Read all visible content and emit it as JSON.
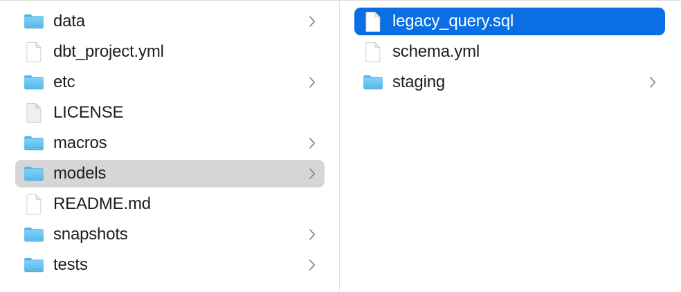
{
  "window": {
    "view_mode": "column",
    "accent_color": "#0a6fe4",
    "selection_gray": "#d6d6d6",
    "text_color": "#1d1d1f",
    "divider_color": "#e2e2e2",
    "background": "#ffffff"
  },
  "columns": [
    {
      "name": "parent-column",
      "items": [
        {
          "label": "data",
          "icon": "folder-icon",
          "kind": "folder",
          "has_chevron": true,
          "state": "normal"
        },
        {
          "label": "dbt_project.yml",
          "icon": "document-icon",
          "kind": "file",
          "has_chevron": false,
          "state": "normal"
        },
        {
          "label": "etc",
          "icon": "folder-icon",
          "kind": "folder",
          "has_chevron": true,
          "state": "normal"
        },
        {
          "label": "LICENSE",
          "icon": "plain-document-icon",
          "kind": "file",
          "has_chevron": false,
          "state": "normal"
        },
        {
          "label": "macros",
          "icon": "folder-icon",
          "kind": "folder",
          "has_chevron": true,
          "state": "normal"
        },
        {
          "label": "models",
          "icon": "folder-icon",
          "kind": "folder",
          "has_chevron": true,
          "state": "selected-gray"
        },
        {
          "label": "README.md",
          "icon": "document-icon",
          "kind": "file",
          "has_chevron": false,
          "state": "normal"
        },
        {
          "label": "snapshots",
          "icon": "folder-icon",
          "kind": "folder",
          "has_chevron": true,
          "state": "normal"
        },
        {
          "label": "tests",
          "icon": "folder-icon",
          "kind": "folder",
          "has_chevron": true,
          "state": "normal"
        }
      ]
    },
    {
      "name": "child-column",
      "items": [
        {
          "label": "legacy_query.sql",
          "icon": "document-icon",
          "kind": "file",
          "has_chevron": false,
          "state": "selected-blue"
        },
        {
          "label": "schema.yml",
          "icon": "document-icon",
          "kind": "file",
          "has_chevron": false,
          "state": "normal"
        },
        {
          "label": "staging",
          "icon": "folder-icon",
          "kind": "folder",
          "has_chevron": true,
          "state": "normal"
        }
      ]
    }
  ]
}
